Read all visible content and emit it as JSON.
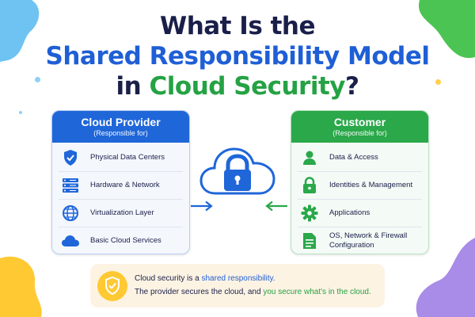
{
  "title": {
    "line1": "What Is the",
    "line2": "Shared Responsibility Model",
    "line3_prefix": "in ",
    "line3_highlight": "Cloud Security",
    "line3_suffix": "?"
  },
  "provider": {
    "heading": "Cloud Provider",
    "subheading": "(Responsible for)",
    "items": [
      {
        "label": "Physical Data Centers",
        "icon": "shield-check-icon"
      },
      {
        "label": "Hardware & Network",
        "icon": "server-icon"
      },
      {
        "label": "Virtualization Layer",
        "icon": "globe-icon"
      },
      {
        "label": "Basic Cloud Services",
        "icon": "cloud-icon"
      }
    ]
  },
  "customer": {
    "heading": "Customer",
    "subheading": "(Responsible for)",
    "items": [
      {
        "label": "Data & Access",
        "icon": "user-icon"
      },
      {
        "label": "Identities & Management",
        "icon": "lock-icon"
      },
      {
        "label": "Applications",
        "icon": "gear-icon"
      },
      {
        "label": "OS, Network & Firewall Configuration",
        "icon": "document-icon"
      }
    ]
  },
  "banner": {
    "line1_prefix": "Cloud security is a ",
    "line1_highlight": "shared responsibility.",
    "line2_prefix": "The provider secures the cloud, and ",
    "line2_highlight": "you secure what's in the cloud.",
    "icon": "shield-check-icon"
  },
  "colors": {
    "navy": "#1a1f4a",
    "blue": "#1f66d9",
    "green": "#2aa84a",
    "banner_bg": "#fdf3e3"
  }
}
